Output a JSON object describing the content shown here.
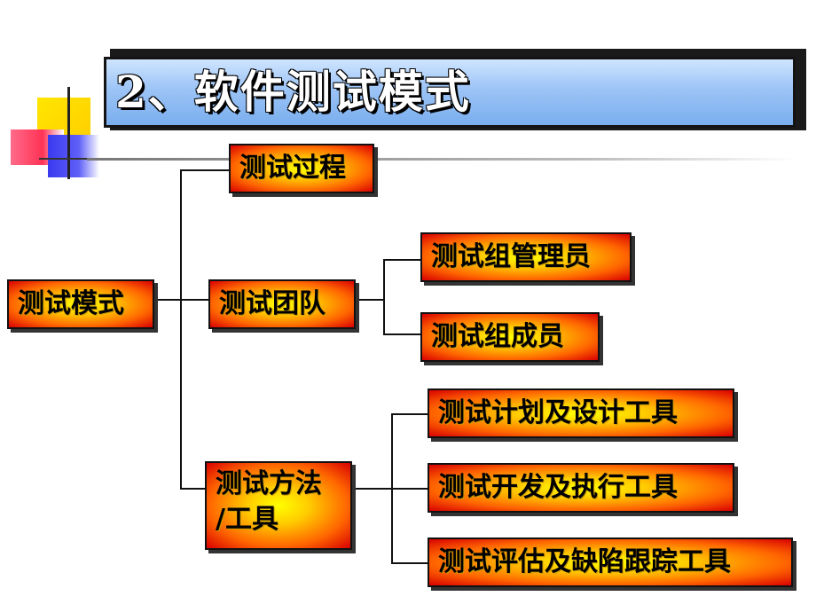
{
  "title": "2、软件测试模式",
  "nodes": {
    "root": "测试模式",
    "process": "测试过程",
    "team": "测试团队",
    "team_manager": "测试组管理员",
    "team_member": "测试组成员",
    "methods_line1": "测试方法",
    "methods_line2": "/工具",
    "tool_plan": "测试计划及设计工具",
    "tool_dev": "测试开发及执行工具",
    "tool_eval": "测试评估及缺陷跟踪工具"
  },
  "colors": {
    "title_gradient": [
      "#cfe4ff",
      "#7aaeee"
    ],
    "node_gradient": [
      "#ffff00",
      "#ffcc00",
      "#ff6600",
      "#d80000"
    ],
    "line": "#111111"
  }
}
